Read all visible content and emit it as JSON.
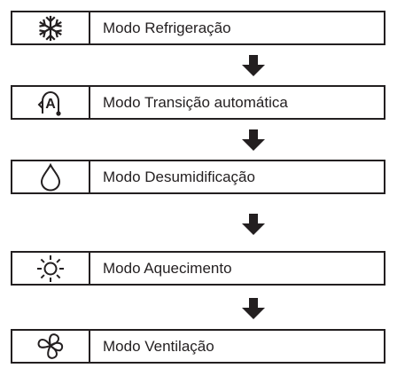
{
  "modes": [
    {
      "label": "Modo Refrigeração",
      "icon": "snowflake-icon"
    },
    {
      "label": "Modo Transição automática",
      "icon": "auto-mode-icon"
    },
    {
      "label": "Modo Desumidificação",
      "icon": "water-drop-icon"
    },
    {
      "label": "Modo Aquecimento",
      "icon": "sun-icon"
    },
    {
      "label": "Modo Ventilação",
      "icon": "fan-icon"
    }
  ],
  "auto_icon_letter": "A",
  "colors": {
    "stroke": "#231f20",
    "background": "#ffffff"
  }
}
